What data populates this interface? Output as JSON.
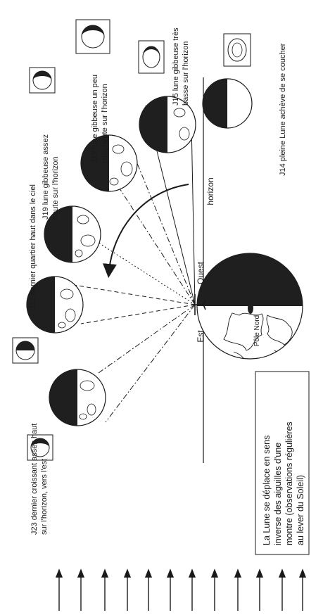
{
  "labels": {
    "j23": [
      "J23 dernier croissant assez haut",
      "sur l'horizon, vers l'est"
    ],
    "j21": [
      "J21 dernier quartier haut dans le ciel"
    ],
    "j19": [
      "J19 lune gibbeuse assez",
      "haute sur l'horizon"
    ],
    "j17": [
      "J17 lune gibbeuse un peu",
      "plus haute sur l'horizon"
    ],
    "j15": [
      "J15 lune gibbeuse très",
      "basse sur l'horizon"
    ],
    "j14": [
      "J14 pleine Lune achève de se coucher"
    ]
  },
  "horizon_label": "horizon",
  "est_label": "Est",
  "ouest_label": "Ouest",
  "pole_label": "Pôle Nord",
  "note_lines": [
    "La Lune se déplace en sens",
    "inverse des aiguilles d'une",
    "montre (observations régulières",
    "au lever du Soleil)"
  ],
  "colors": {
    "ink": "#1a1a1a",
    "dark": "#1f1f1f",
    "paper": "#ffffff"
  },
  "icons": {
    "sun_rays": "arrow-up-icon",
    "rotation": "curved-arrow-icon"
  }
}
